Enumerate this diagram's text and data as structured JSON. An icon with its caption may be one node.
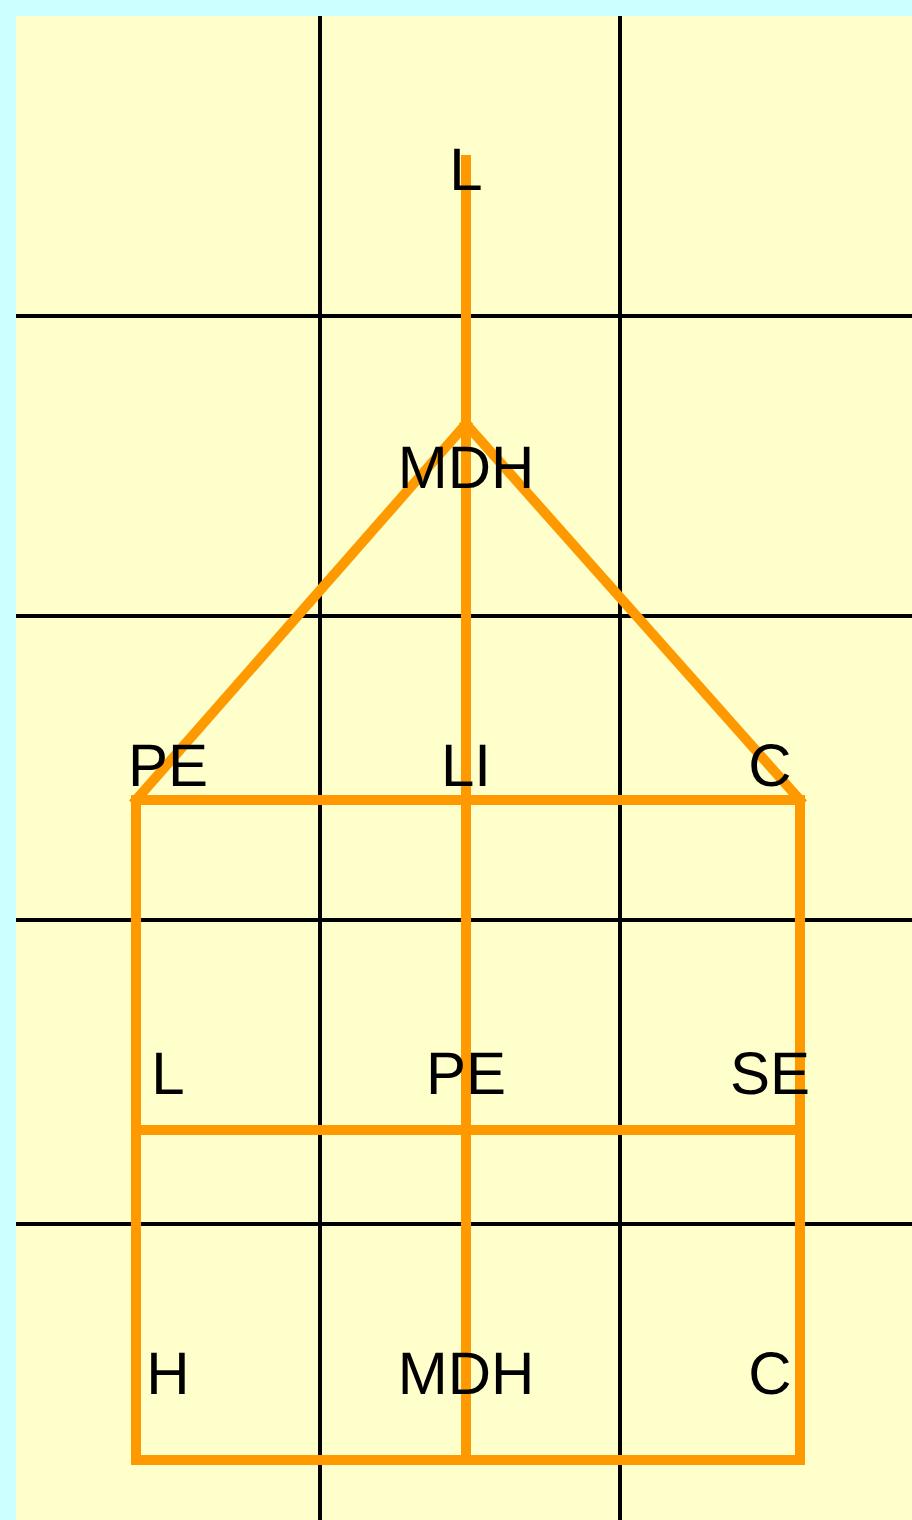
{
  "diagram": {
    "labels": [
      "L",
      "MDH",
      "PE",
      "LI",
      "C",
      "L",
      "PE",
      "SE",
      "H",
      "MDH",
      "C"
    ]
  }
}
